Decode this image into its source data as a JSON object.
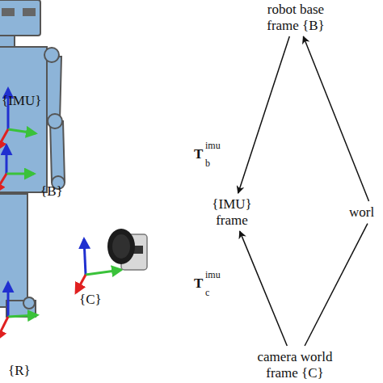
{
  "diagram": {
    "nodes": [
      {
        "text": [
          "robot base frame {B}"
        ]
      },
      {
        "text": [
          "{IMU} frame"
        ]
      },
      {
        "text": [
          "worl"
        ]
      },
      {
        "text": [
          "camera world frame {C}"
        ]
      }
    ],
    "edges": [
      {
        "from": 0,
        "to": 1,
        "arrow": "to",
        "label": "T"
      },
      {
        "from": 3,
        "to": 1,
        "arrow": "to",
        "label": "T"
      },
      {
        "from": 2,
        "to": 0,
        "arrow": "to"
      },
      {
        "from": 3,
        "to": 2,
        "arrow": "none"
      }
    ],
    "labels": [
      "{IMU}",
      "{B}",
      "{C}",
      "{R}",
      "b",
      "imu",
      "c",
      "imu"
    ]
  }
}
